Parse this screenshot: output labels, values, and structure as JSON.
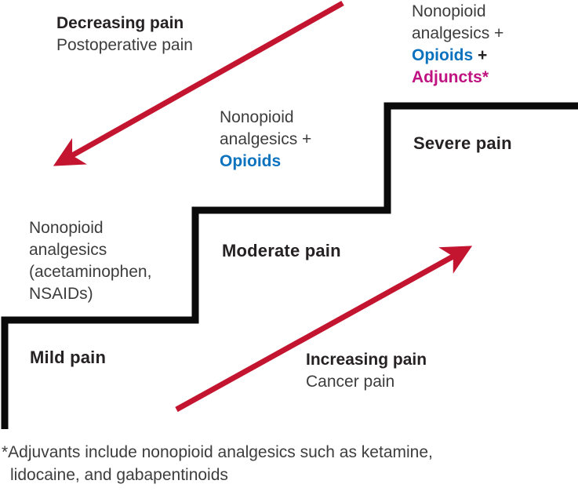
{
  "diagram": {
    "decreasing": {
      "title": "Decreasing pain",
      "subtitle": "Postoperative pain"
    },
    "increasing": {
      "title": "Increasing pain",
      "subtitle": "Cancer pain"
    },
    "steps": {
      "mild": {
        "pain_label": "Mild pain",
        "treatment_lines": [
          "Nonopioid",
          "analgesics",
          "(acetaminophen,",
          "NSAIDs)"
        ]
      },
      "moderate": {
        "pain_label": "Moderate pain",
        "treatment_line1": "Nonopioid",
        "treatment_line2": "analgesics +",
        "opioids": "Opioids"
      },
      "severe": {
        "pain_label": "Severe pain",
        "treatment_line1": "Nonopioid",
        "treatment_line2": "analgesics +",
        "opioids": "Opioids",
        "plus": "+",
        "adjuncts": "Adjuncts*"
      }
    },
    "footnote_line1": "*Adjuvants include nonopioid analgesics such as ketamine,",
    "footnote_line2": "lidocaine, and gabapentinoids",
    "colors": {
      "arrow_red": "#c3152f",
      "opioids_blue": "#0b72be",
      "adjuncts_magenta": "#be1380",
      "stair_black": "#0a0a0a",
      "body_text": "#3d3d3d",
      "heading_text": "#262223"
    }
  }
}
